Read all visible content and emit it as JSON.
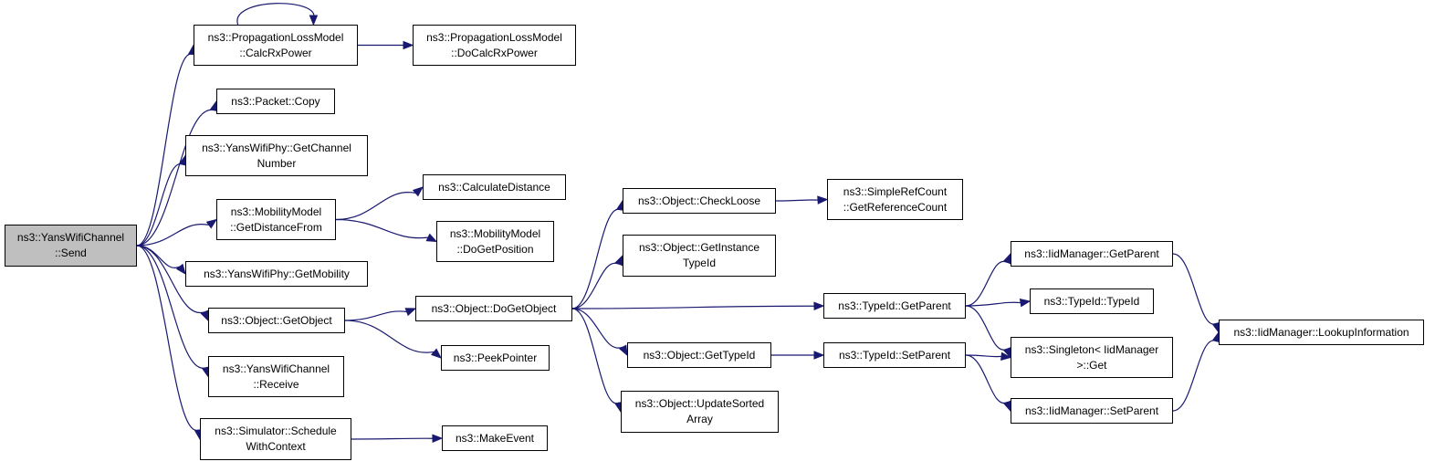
{
  "diagram": {
    "colors": {
      "edge": "#191970",
      "root_fill": "#bfbfbf",
      "node_fill": "#ffffff",
      "node_border": "#000000"
    },
    "nodes": {
      "send": {
        "label": "ns3::YansWifiChannel\n::Send"
      },
      "calcRxPower": {
        "label": "ns3::PropagationLossModel\n::CalcRxPower"
      },
      "doCalcRxPower": {
        "label": "ns3::PropagationLossModel\n::DoCalcRxPower"
      },
      "packetCopy": {
        "label": "ns3::Packet::Copy"
      },
      "getChannelNumber": {
        "label": "ns3::YansWifiPhy::GetChannel\nNumber"
      },
      "getDistanceFrom": {
        "label": "ns3::MobilityModel\n::GetDistanceFrom"
      },
      "calculateDistance": {
        "label": "ns3::CalculateDistance"
      },
      "doGetPosition": {
        "label": "ns3::MobilityModel\n::DoGetPosition"
      },
      "getMobility": {
        "label": "ns3::YansWifiPhy::GetMobility"
      },
      "getObject": {
        "label": "ns3::Object::GetObject"
      },
      "doGetObject": {
        "label": "ns3::Object::DoGetObject"
      },
      "peekPointer": {
        "label": "ns3::PeekPointer"
      },
      "receive": {
        "label": "ns3::YansWifiChannel\n::Receive"
      },
      "scheduleWithContext": {
        "label": "ns3::Simulator::Schedule\nWithContext"
      },
      "makeEvent": {
        "label": "ns3::MakeEvent"
      },
      "checkLoose": {
        "label": "ns3::Object::CheckLoose"
      },
      "getReferenceCount": {
        "label": "ns3::SimpleRefCount\n::GetReferenceCount"
      },
      "getInstanceTypeId": {
        "label": "ns3::Object::GetInstance\nTypeId"
      },
      "getTypeId": {
        "label": "ns3::Object::GetTypeId"
      },
      "updateSortedArray": {
        "label": "ns3::Object::UpdateSorted\nArray"
      },
      "typeIdGetParent": {
        "label": "ns3::TypeId::GetParent"
      },
      "typeIdSetParent": {
        "label": "ns3::TypeId::SetParent"
      },
      "iidGetParent": {
        "label": "ns3::IidManager::GetParent"
      },
      "typeIdTypeId": {
        "label": "ns3::TypeId::TypeId"
      },
      "singletonGet": {
        "label": "ns3::Singleton< IidManager\n>::Get"
      },
      "iidSetParent": {
        "label": "ns3::IidManager::SetParent"
      },
      "lookupInformation": {
        "label": "ns3::IidManager::LookupInformation"
      }
    },
    "edges": [
      [
        "send",
        "calcRxPower"
      ],
      [
        "send",
        "packetCopy"
      ],
      [
        "send",
        "getChannelNumber"
      ],
      [
        "send",
        "getDistanceFrom"
      ],
      [
        "send",
        "getMobility"
      ],
      [
        "send",
        "getObject"
      ],
      [
        "send",
        "receive"
      ],
      [
        "send",
        "scheduleWithContext"
      ],
      [
        "calcRxPower",
        "calcRxPower"
      ],
      [
        "calcRxPower",
        "doCalcRxPower"
      ],
      [
        "getDistanceFrom",
        "calculateDistance"
      ],
      [
        "getDistanceFrom",
        "doGetPosition"
      ],
      [
        "getObject",
        "doGetObject"
      ],
      [
        "getObject",
        "peekPointer"
      ],
      [
        "scheduleWithContext",
        "makeEvent"
      ],
      [
        "doGetObject",
        "checkLoose"
      ],
      [
        "doGetObject",
        "getInstanceTypeId"
      ],
      [
        "doGetObject",
        "typeIdGetParent"
      ],
      [
        "doGetObject",
        "getTypeId"
      ],
      [
        "doGetObject",
        "updateSortedArray"
      ],
      [
        "checkLoose",
        "getReferenceCount"
      ],
      [
        "getTypeId",
        "typeIdSetParent"
      ],
      [
        "typeIdGetParent",
        "iidGetParent"
      ],
      [
        "typeIdGetParent",
        "typeIdTypeId"
      ],
      [
        "typeIdGetParent",
        "singletonGet"
      ],
      [
        "typeIdSetParent",
        "singletonGet"
      ],
      [
        "typeIdSetParent",
        "iidSetParent"
      ],
      [
        "iidGetParent",
        "lookupInformation"
      ],
      [
        "iidSetParent",
        "lookupInformation"
      ]
    ]
  }
}
